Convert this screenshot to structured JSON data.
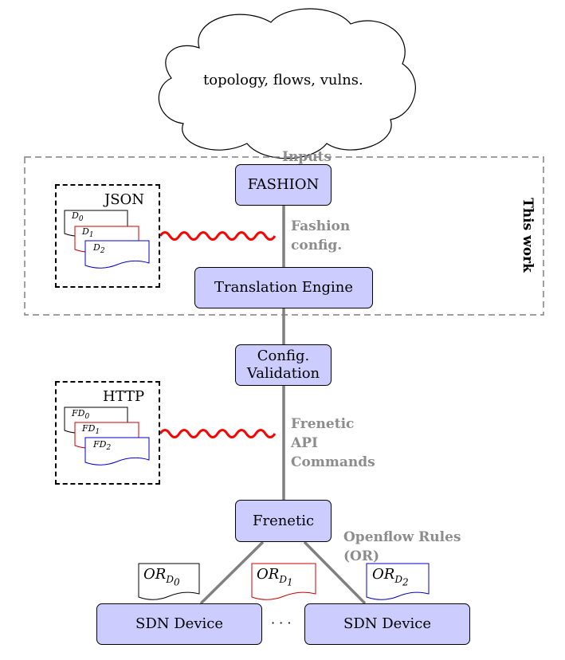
{
  "cloud": {
    "text": "topology, flows, vulns."
  },
  "inputs_label": "Inputs",
  "this_work_label": "This work",
  "nodes": {
    "fashion": "FASHION",
    "translation_engine": "Translation Engine",
    "config_validation_line1": "Config.",
    "config_validation_line2": "Validation",
    "frenetic": "Frenetic",
    "sdn_device_left": "SDN Device",
    "sdn_device_right": "SDN Device",
    "ellipsis": "· · ·"
  },
  "edge_labels": {
    "fashion_config_line1": "Fashion",
    "fashion_config_line2": "config.",
    "frenetic_api_line1": "Frenetic",
    "frenetic_api_line2": "API",
    "frenetic_api_line3": "Commands",
    "openflow_line1": "Openflow Rules",
    "openflow_line2": "(OR)"
  },
  "json_group": {
    "title": "JSON",
    "docs": [
      {
        "base": "D",
        "sub": "0"
      },
      {
        "base": "D",
        "sub": "1"
      },
      {
        "base": "D",
        "sub": "2"
      }
    ]
  },
  "http_group": {
    "title": "HTTP",
    "docs": [
      {
        "base": "FD",
        "sub": "0"
      },
      {
        "base": "FD",
        "sub": "1"
      },
      {
        "base": "FD",
        "sub": "2"
      }
    ]
  },
  "or_docs": [
    {
      "base": "OR",
      "sub": "D",
      "subsub": "0"
    },
    {
      "base": "OR",
      "sub": "D",
      "subsub": "1"
    },
    {
      "base": "OR",
      "sub": "D",
      "subsub": "2"
    }
  ],
  "colors": {
    "node_fill": "#ccccff",
    "edge": "#808080",
    "squiggle": "#ff0000",
    "doc0": "#000000",
    "doc1": "#cc0000",
    "doc2": "#0000cc",
    "label_gray": "#8c8c8c"
  }
}
